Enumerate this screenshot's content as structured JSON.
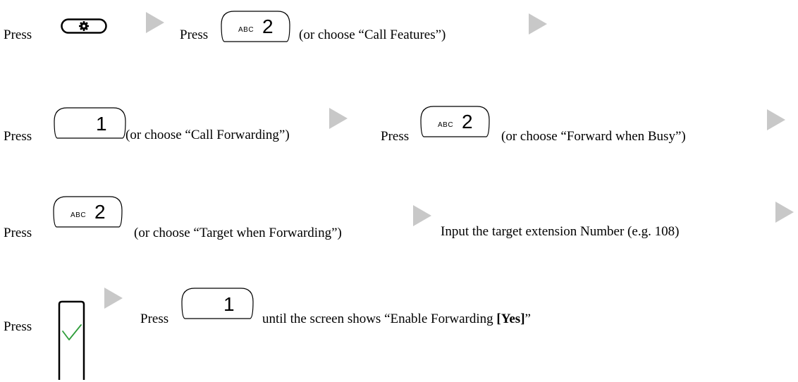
{
  "steps": {
    "row1": {
      "press_a": "Press",
      "press_b": "Press",
      "key_b": {
        "letters": "ABC",
        "digit": "2"
      },
      "note_b": "(or choose “Call Features”)"
    },
    "row2": {
      "press_a": "Press",
      "key_a": {
        "digit": "1"
      },
      "note_a": "(or choose “Call Forwarding”)",
      "press_b": "Press",
      "key_b": {
        "letters": "ABC",
        "digit": "2"
      },
      "note_b": "(or choose “Forward when Busy”)"
    },
    "row3": {
      "press_a": "Press",
      "key_a": {
        "letters": "ABC",
        "digit": "2"
      },
      "note_a": "(or choose “Target when Forwarding”)",
      "input_text": "Input the target extension Number (e.g. 108)"
    },
    "row4": {
      "press_a": "Press",
      "press_b": "Press",
      "key_b": {
        "digit": "1"
      },
      "note_b_prefix": "until the screen shows “Enable Forwarding ",
      "note_b_bold": "[Yes]",
      "note_b_suffix": "”"
    }
  },
  "icons": {
    "settings_key": "gear-icon",
    "confirm_key": "checkmark-icon",
    "next_arrow": "arrow-right-icon"
  },
  "colors": {
    "arrow": "#c8c8c8",
    "check": "#2e9d3a"
  }
}
